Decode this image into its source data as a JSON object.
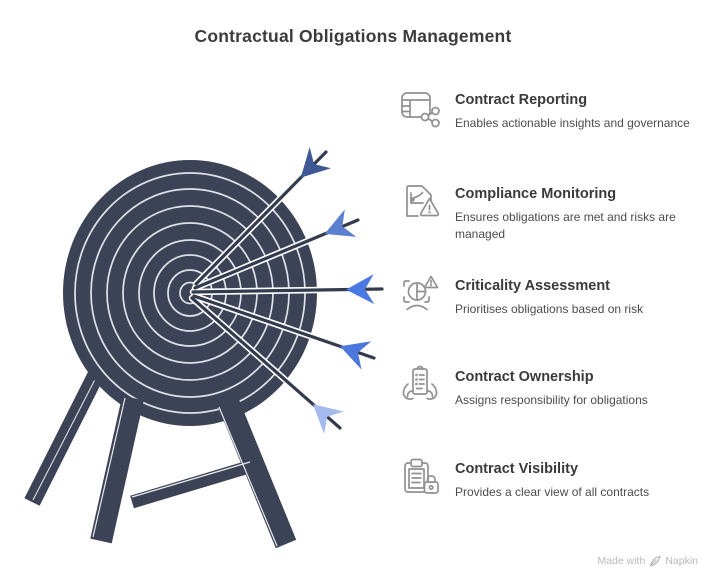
{
  "title": "Contractual Obligations Management",
  "items": [
    {
      "icon": "report-table-share-icon",
      "heading": "Contract Reporting",
      "description": "Enables actionable insights and governance"
    },
    {
      "icon": "document-chart-alert-icon",
      "heading": "Compliance Monitoring",
      "description": "Ensures obligations are met and risks are managed"
    },
    {
      "icon": "risk-gauge-alert-icon",
      "heading": "Criticality Assessment",
      "description": "Prioritises obligations based on risk"
    },
    {
      "icon": "hands-holding-contract-icon",
      "heading": "Contract Ownership",
      "description": "Assigns responsibility for obligations"
    },
    {
      "icon": "clipboard-lock-icon",
      "heading": "Contract Visibility",
      "description": "Provides a clear view of all contracts"
    }
  ],
  "illustration": {
    "name": "dartboard-with-five-arrows",
    "board_color": "#3d4356",
    "ring_color": "#dfe2ea",
    "arrow_shaft_color": "#343b4e",
    "fletching_colors": [
      "#3e5995",
      "#5b80d0",
      "#4b79e3",
      "#4d77dd",
      "#a5bbf0"
    ]
  },
  "watermark": {
    "prefix": "Made with",
    "brand": "Napkin"
  }
}
